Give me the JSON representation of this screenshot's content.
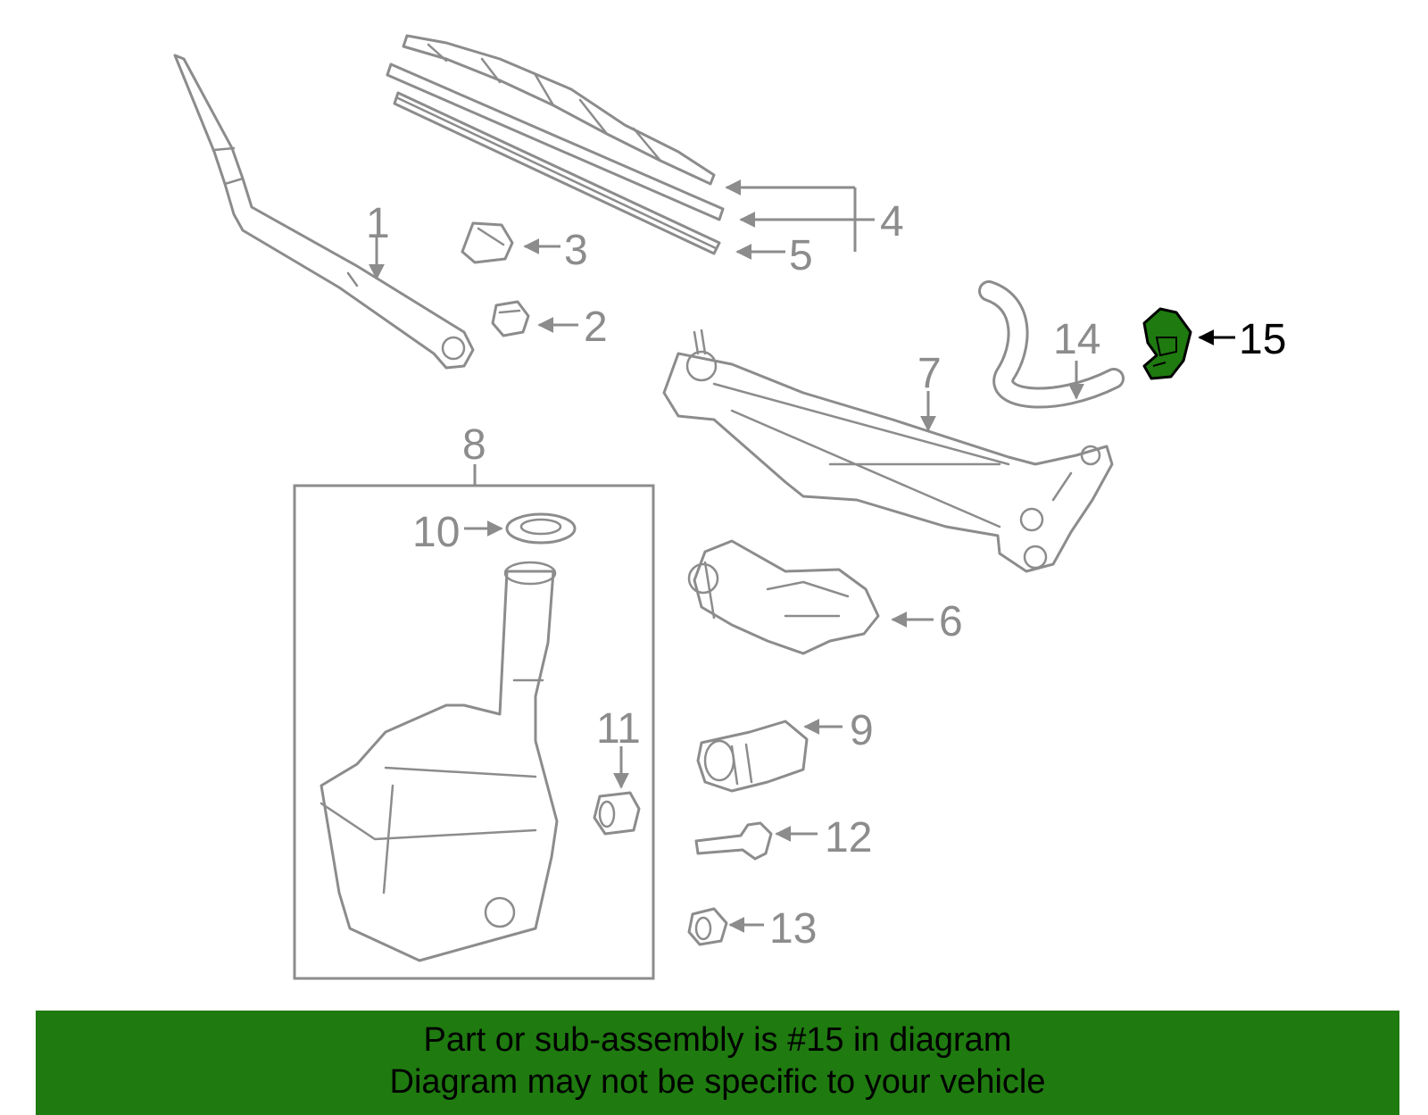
{
  "diagram": {
    "callouts": [
      "1",
      "2",
      "3",
      "4",
      "5",
      "6",
      "7",
      "8",
      "9",
      "10",
      "11",
      "12",
      "13",
      "14",
      "15"
    ],
    "highlighted_callout": "15",
    "colors": {
      "line_art": "#8c8c8c",
      "highlight_fill": "#1f7a10",
      "highlight_text": "#000000",
      "banner_background": "#1f7a10",
      "banner_text": "#000000"
    }
  },
  "banner": {
    "line1": "Part or sub-assembly is #15 in diagram",
    "line2": "Diagram may not be specific to your vehicle"
  }
}
